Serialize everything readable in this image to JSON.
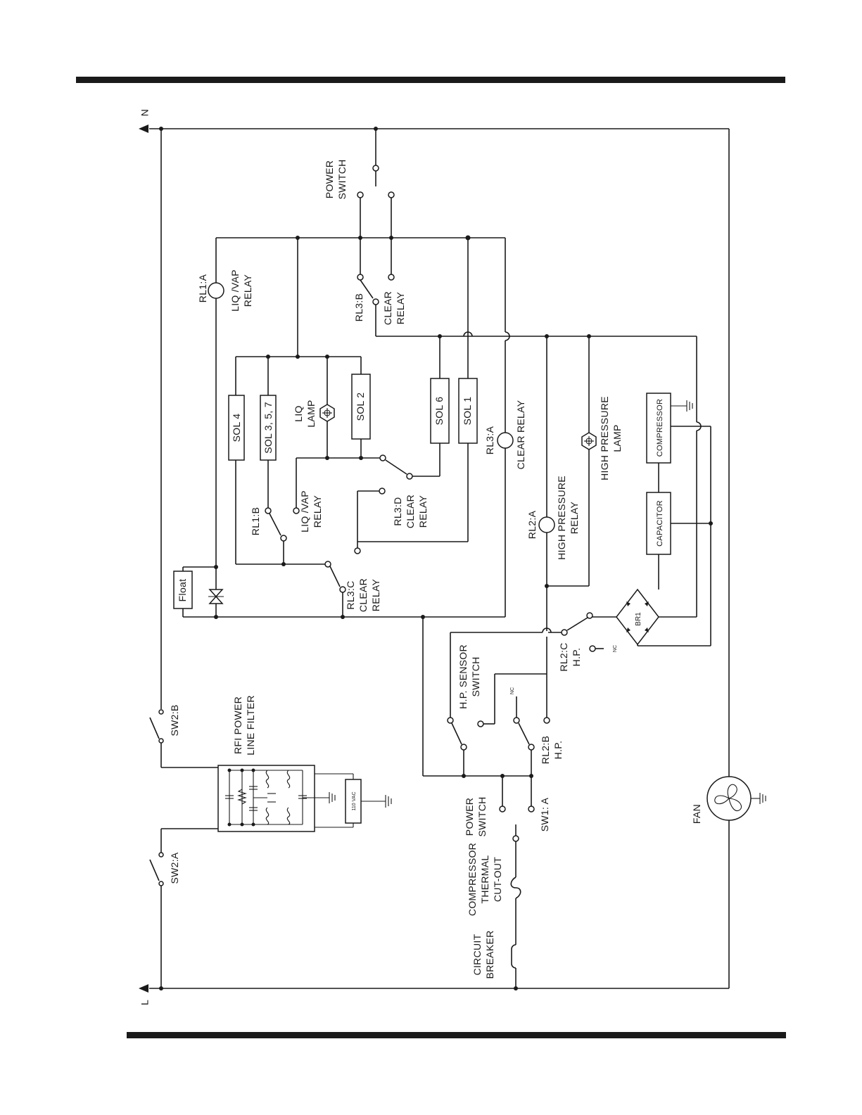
{
  "rails": {
    "neutral": "N",
    "line": "L"
  },
  "labels": {
    "power_switch_top": [
      "POWER",
      "SWITCH"
    ],
    "rl1a": [
      "RL1:A",
      "LIQ /VAP",
      "RELAY"
    ],
    "rl3b": [
      "RL3:B",
      "CLEAR",
      "RELAY"
    ],
    "sol4": "SOL 4",
    "sol357": "SOL 3, 5, 7",
    "sol2": "SOL 2",
    "sol6": "SOL 6",
    "sol1": "SOL 1",
    "liq_lamp": [
      "LIQ",
      "LAMP"
    ],
    "liqvap_relay": [
      "LIQ /VAP",
      "RELAY"
    ],
    "rl1b": "RL1:B",
    "rl3d": [
      "RL3:D",
      "CLEAR",
      "RELAY"
    ],
    "rl3c": [
      "RL3:C",
      "CLEAR",
      "RELAY"
    ],
    "rl3a": [
      "RL3:A",
      "CLEAR RELAY"
    ],
    "float": "Float",
    "rl2a": [
      "RL2:A",
      "HIGH PRESSURE",
      "RELAY"
    ],
    "hp_lamp": [
      "HIGH PRESSURE",
      "LAMP"
    ],
    "compressor": "COMPRESSOR",
    "capacitor": "CAPACITOR",
    "br1": "BR1",
    "rl2c": [
      "RL2:C",
      "H.P."
    ],
    "nc": "NC",
    "hp_sensor": [
      "H.P. SENSOR",
      "SWITCH"
    ],
    "rl2b": [
      "RL2:B",
      "H.P."
    ],
    "power_switch_bottom": [
      "POWER",
      "SWITCH"
    ],
    "sw1a": "SW1: A",
    "rfi_filter": [
      "RFI POWER",
      "LINE FILTER"
    ],
    "vac": "110 VAC",
    "sw2b": "SW2:B",
    "sw2a": "SW2:A",
    "fan": "FAN",
    "thermal": [
      "COMPRESSOR",
      "THERMAL",
      "CUT-OUT"
    ],
    "breaker": [
      "CIRCUIT",
      "BREAKER"
    ]
  }
}
